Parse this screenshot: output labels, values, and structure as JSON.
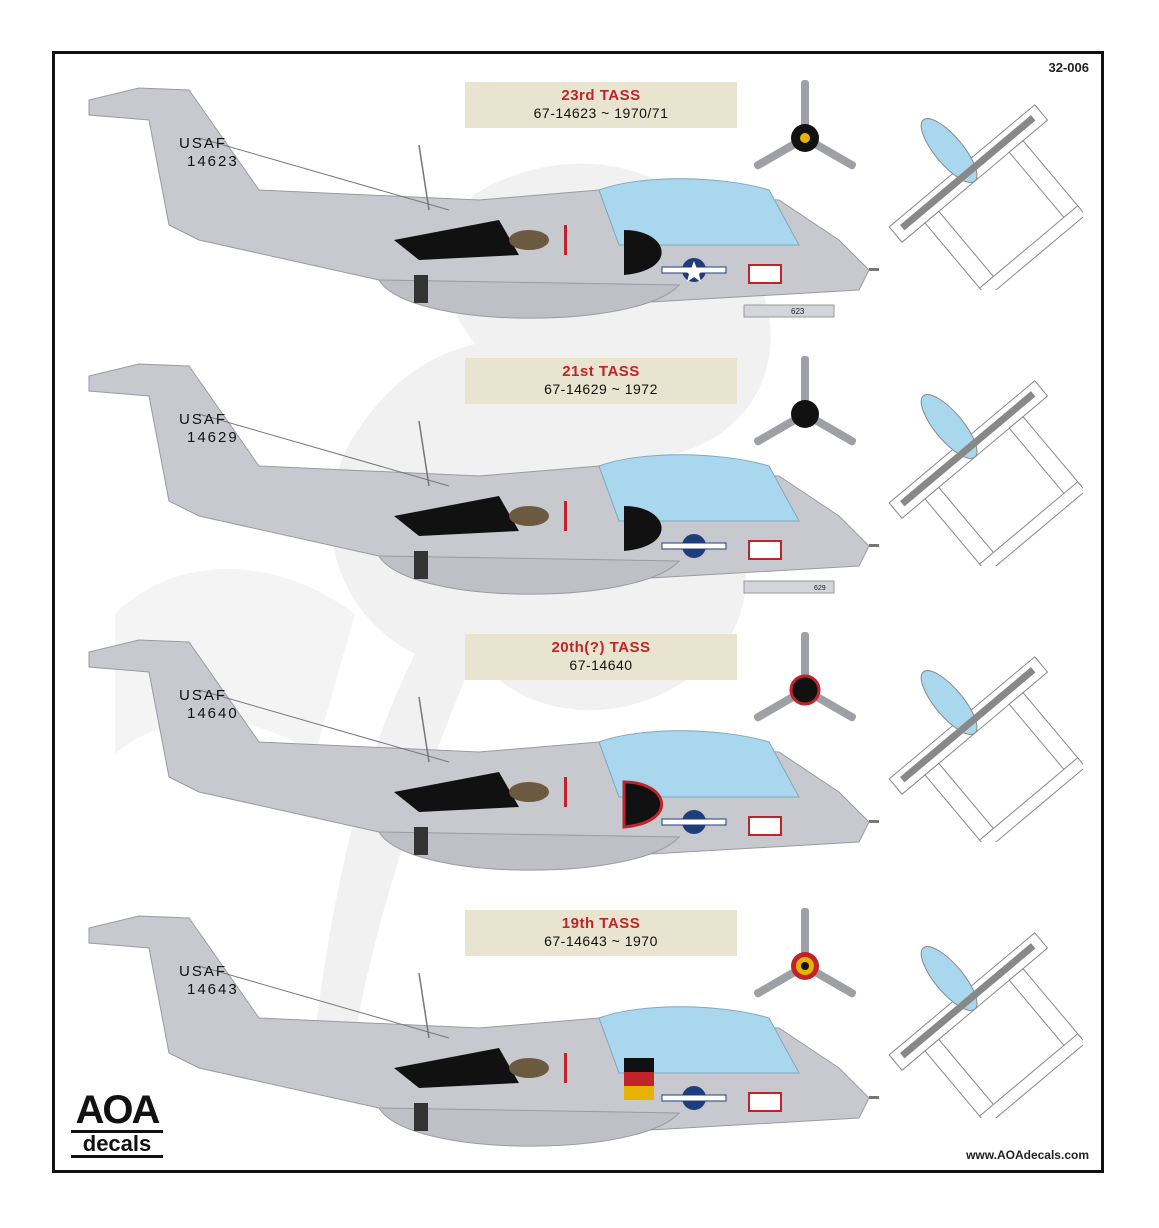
{
  "sheet": {
    "id": "32-006",
    "url": "www.AOAdecals.com",
    "logo_main": "AOA",
    "logo_sub": "decals"
  },
  "colors": {
    "aircraft_grey": "#c8c9cf",
    "canopy": "#a9d8ee",
    "caption_bg": "#e8e4cf",
    "unit_red": "#c0242a",
    "frame": "#111111"
  },
  "profiles": [
    {
      "unit": "23rd TASS",
      "serial": "67-14623 ~ 1970/71",
      "tail_line1": "USAF",
      "tail_line2": "14623",
      "strip_text": "623",
      "spinner": "black-yellow"
    },
    {
      "unit": "21st TASS",
      "serial": "67-14629 ~ 1972",
      "tail_line1": "USAF",
      "tail_line2": "14629",
      "strip_text": "629",
      "spinner": "black"
    },
    {
      "unit": "20th(?) TASS",
      "serial": "67-14640",
      "tail_line1": "USAF",
      "tail_line2": "14640",
      "strip_text": "",
      "spinner": "black-red"
    },
    {
      "unit": "19th TASS",
      "serial": "67-14643 ~ 1970",
      "tail_line1": "USAF",
      "tail_line2": "14643",
      "strip_text": "",
      "spinner": "german-flag"
    }
  ]
}
